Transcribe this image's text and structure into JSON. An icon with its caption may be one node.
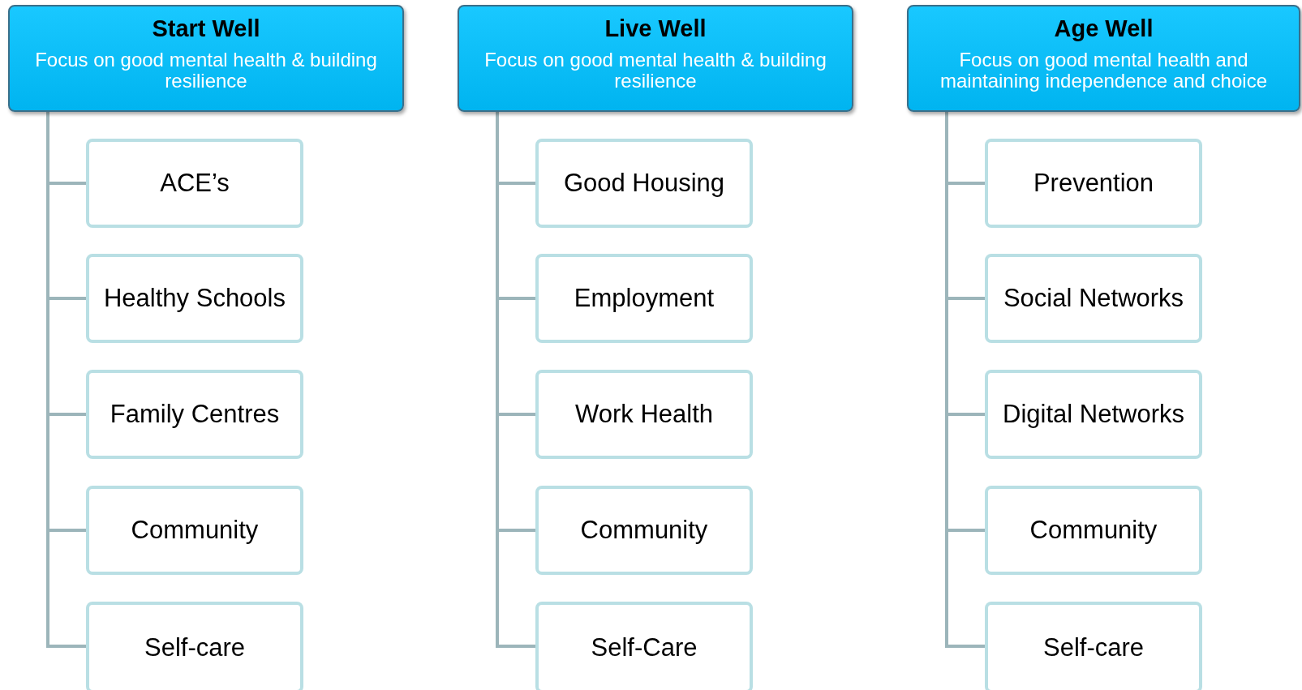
{
  "diagram": {
    "nodes": [
      {
        "text": [
          "Start Well",
          "Focus on good mental health & building resilience"
        ]
      },
      {
        "text": [
          "ACE’s"
        ]
      },
      {
        "text": [
          "Healthy Schools"
        ]
      },
      {
        "text": [
          "Family Centres"
        ]
      },
      {
        "text": [
          "Community"
        ]
      },
      {
        "text": [
          "Self-care"
        ]
      },
      {
        "text": [
          "Live Well",
          "Focus on good mental health & building resilience"
        ]
      },
      {
        "text": [
          "Good Housing"
        ]
      },
      {
        "text": [
          "Employment"
        ]
      },
      {
        "text": [
          "Work Health"
        ]
      },
      {
        "text": [
          "Community"
        ]
      },
      {
        "text": [
          "Self-Care"
        ]
      },
      {
        "text": [
          "Age Well",
          "Focus on good mental health and maintaining independence and choice"
        ]
      },
      {
        "text": [
          "Prevention"
        ]
      },
      {
        "text": [
          "Social Networks"
        ]
      },
      {
        "text": [
          "Digital Networks"
        ]
      },
      {
        "text": [
          "Community"
        ]
      },
      {
        "text": [
          "Self-care"
        ]
      }
    ],
    "edges": [
      {
        "from": 0,
        "to": 1,
        "arrow": "none"
      },
      {
        "from": 0,
        "to": 2,
        "arrow": "none"
      },
      {
        "from": 0,
        "to": 3,
        "arrow": "none"
      },
      {
        "from": 0,
        "to": 4,
        "arrow": "none"
      },
      {
        "from": 0,
        "to": 5,
        "arrow": "none"
      },
      {
        "from": 6,
        "to": 7,
        "arrow": "none"
      },
      {
        "from": 6,
        "to": 8,
        "arrow": "none"
      },
      {
        "from": 6,
        "to": 9,
        "arrow": "none"
      },
      {
        "from": 6,
        "to": 10,
        "arrow": "none"
      },
      {
        "from": 6,
        "to": 11,
        "arrow": "none"
      },
      {
        "from": 12,
        "to": 13,
        "arrow": "none"
      },
      {
        "from": 12,
        "to": 14,
        "arrow": "none"
      },
      {
        "from": 12,
        "to": 15,
        "arrow": "none"
      },
      {
        "from": 12,
        "to": 16,
        "arrow": "none"
      },
      {
        "from": 12,
        "to": 17,
        "arrow": "none"
      }
    ]
  }
}
